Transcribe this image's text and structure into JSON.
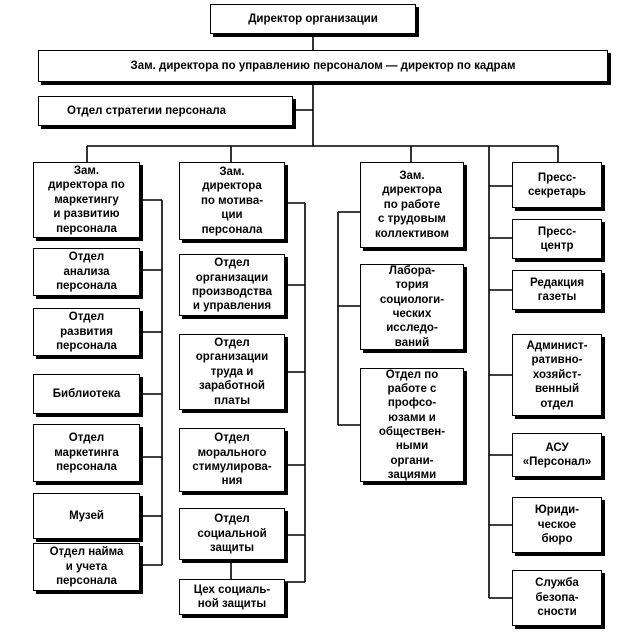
{
  "director": "Директор организации",
  "deputy_hr": "Зам. директора по управлению персоналом — директор по кадрам",
  "strategy_dept": "Отдел стратегии персонала",
  "col1": {
    "head": "Зам.\nдиректора по\nмаркетингу\nи развитию\nперсонала",
    "items": [
      "Отдел\nанализа\nперсонала",
      "Отдел\nразвития\nперсонала",
      "Библиотека",
      "Отдел\nмаркетинга\nперсонала",
      "Музей",
      "Отдел найма\nи учета\nперсонала"
    ]
  },
  "col2": {
    "head": "Зам.\nдиректора\nпо мотива-\nции\nперсонала",
    "items": [
      "Отдел\nорганизации\nпроизводства\nи управления",
      "Отдел\nорганизации\nтруда и\nзаработной\nплаты",
      "Отдел\nморального\nстимулирова-\nния",
      "Отдел\nсоциальной\nзащиты",
      "Цех социаль-\nной защиты"
    ]
  },
  "col3": {
    "head": "Зам.\nдиректора\nпо работе\nс трудовым\nколлективом",
    "items": [
      "Лабора-\nтория\nсоциологи-\nческих\nисследо-\nваний",
      "Отдел по\nработе с\nпрофсо-\nюзами и\nобществен-\nными\nоргани-\nзациями"
    ]
  },
  "col4": {
    "items": [
      "Пресс-\nсекретарь",
      "Пресс-\nцентр",
      "Редакция\nгазеты",
      "Админист-\nративно-\nхозяйст-\nвенный\nотдел",
      "АСУ\n«Персонал»",
      "Юриди-\nческое\nбюро",
      "Служба\nбезопа-\nсности"
    ]
  }
}
